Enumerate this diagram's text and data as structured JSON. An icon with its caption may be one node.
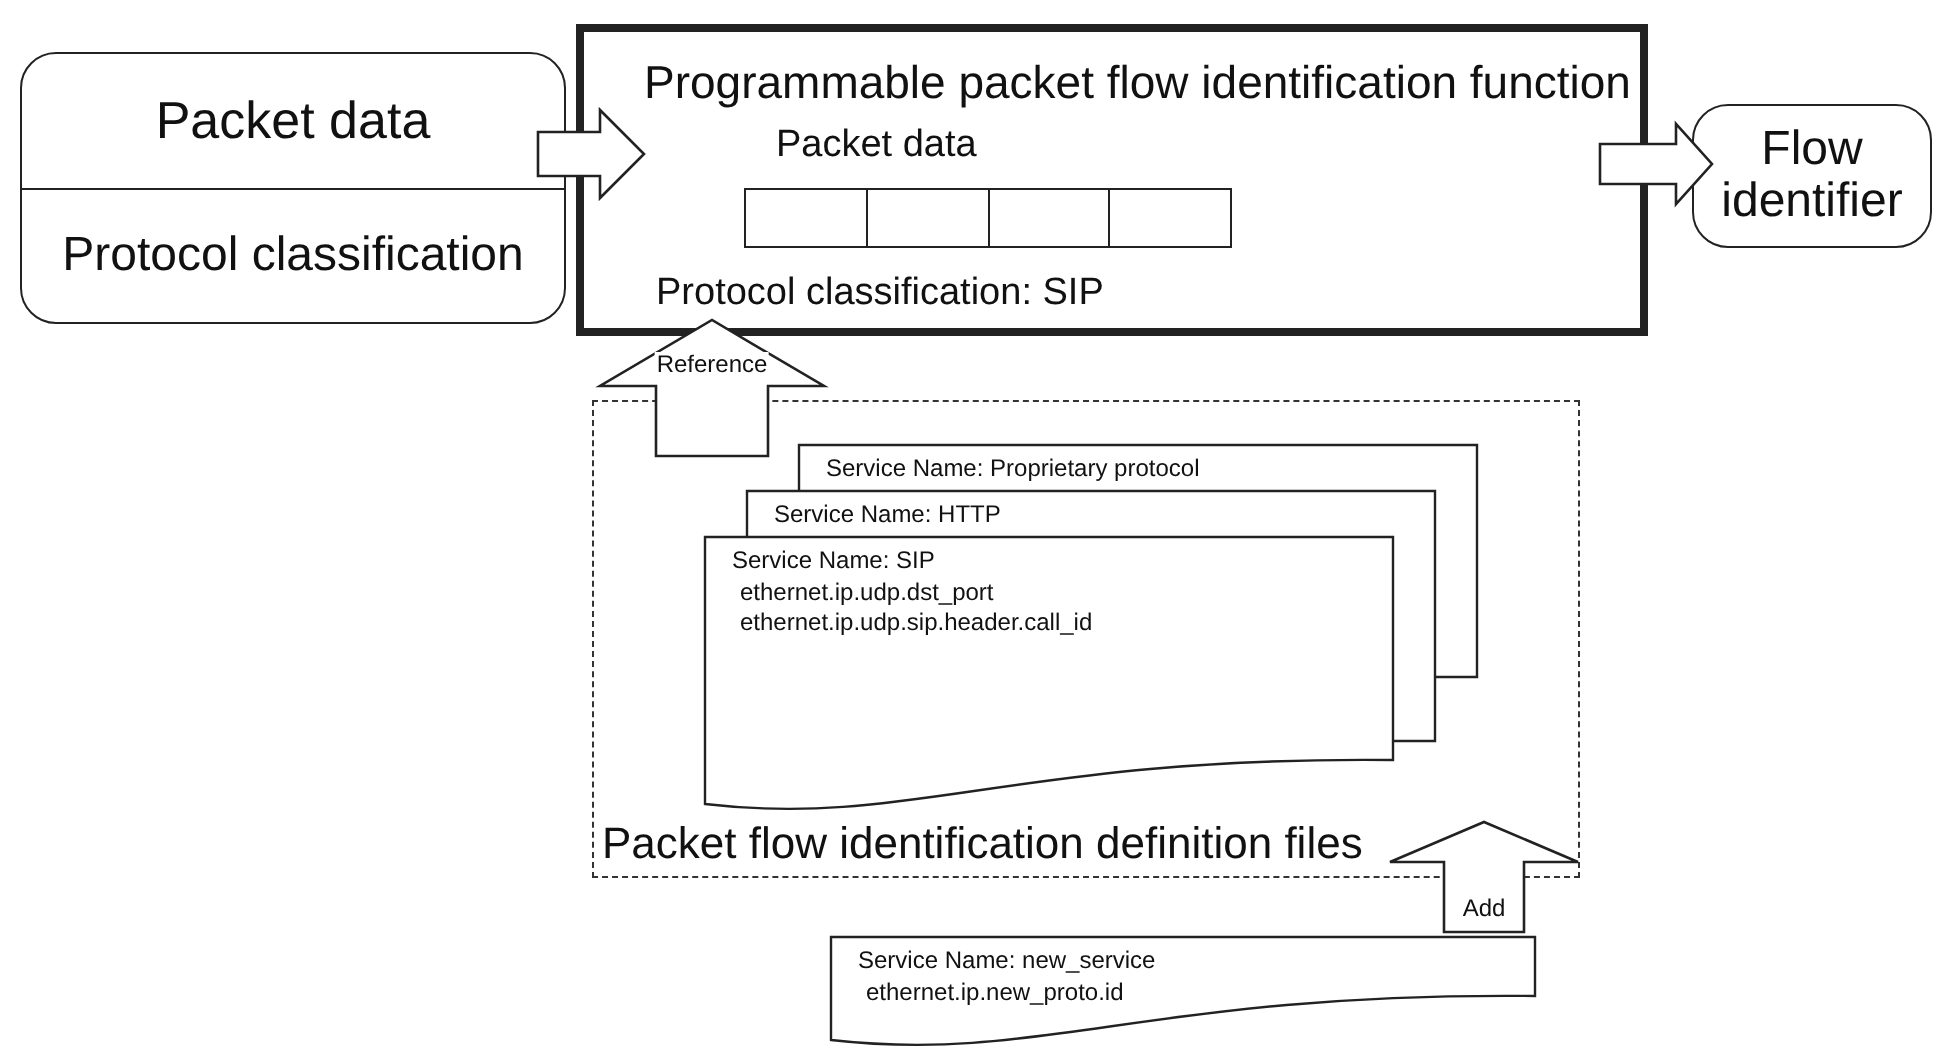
{
  "diagram": {
    "nodes": [
      {
        "text": [
          "Packet data",
          "Protocol classification"
        ]
      },
      {
        "text": [
          "Programmable packet flow identification function",
          "Protocol classification: SIP"
        ]
      },
      {
        "text": [
          "Packet data"
        ],
        "in": 1
      },
      {
        "text": [
          "Flow identifier"
        ]
      },
      {
        "text": [
          "Packet flow identification definition files"
        ]
      },
      {
        "text": [
          "Service Name: Proprietary protocol"
        ],
        "in": 4
      },
      {
        "text": [
          "Service Name: HTTP"
        ],
        "in": 4
      },
      {
        "text": [
          "Service Name: SIP",
          "ethernet.ip.udp.dst_port",
          "ethernet.ip.udp.sip.header.call_id"
        ],
        "in": 4
      },
      {
        "text": [
          "Service Name: new_service",
          "ethernet.ip.new_proto.id"
        ]
      }
    ],
    "edges": [
      {
        "from": 0,
        "to": 1,
        "arrow": "to"
      },
      {
        "from": 1,
        "to": 3,
        "arrow": "to"
      },
      {
        "from": 4,
        "to": 1,
        "arrow": "to",
        "label": "Reference"
      },
      {
        "from": 8,
        "to": 4,
        "arrow": "to",
        "label": "Add"
      }
    ]
  }
}
